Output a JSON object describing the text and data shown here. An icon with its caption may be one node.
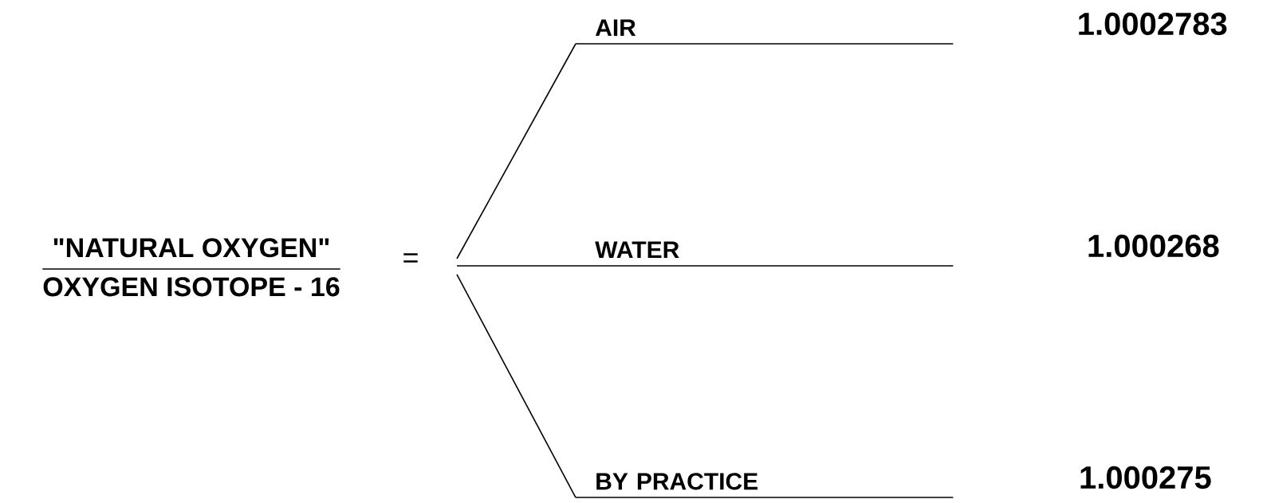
{
  "diagram": {
    "nodes": [
      {
        "text": [
          "\"NATURAL OXYGEN\"",
          "OXYGEN ISOTOPE - 16"
        ]
      },
      {
        "text": [
          "AIR"
        ]
      },
      {
        "text": [
          "WATER"
        ]
      },
      {
        "text": [
          "BY PRACTICE"
        ]
      }
    ],
    "edges": [
      {
        "from": null,
        "to": 1,
        "arrow": "none"
      },
      {
        "from": null,
        "to": 2,
        "arrow": "none"
      },
      {
        "from": null,
        "to": 3,
        "arrow": "none"
      }
    ],
    "labels": [
      "1.0002783",
      "=",
      "1.000268",
      "1.000275"
    ]
  }
}
